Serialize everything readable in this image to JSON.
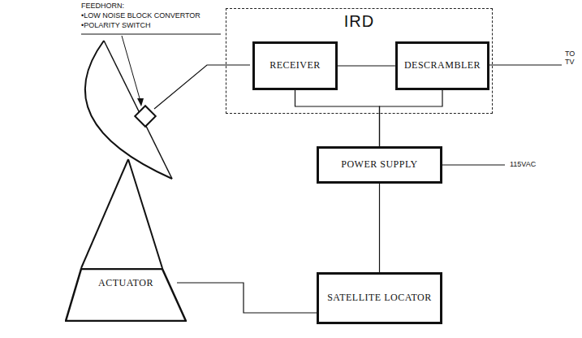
{
  "diagram": {
    "nodes": [
      {
        "text": [
          "IRD"
        ]
      },
      {
        "text": [
          "RECEIVER"
        ],
        "in": 0
      },
      {
        "text": [
          "DESCRAMBLER"
        ],
        "in": 0
      },
      {
        "text": [
          "POWER SUPPLY"
        ]
      },
      {
        "text": [
          "SATELLITE LOCATOR"
        ]
      },
      {
        "text": [
          "ACTUATOR"
        ]
      }
    ],
    "edges": [
      {
        "from": 1,
        "to": 2,
        "arrow": "none"
      },
      {
        "from": 1,
        "to": 3,
        "arrow": "none"
      },
      {
        "from": 2,
        "to": 3,
        "arrow": "none"
      },
      {
        "from": 3,
        "to": 4,
        "arrow": "none"
      },
      {
        "from": 4,
        "to": 5,
        "arrow": "none"
      }
    ],
    "labels": [
      "FEEDHORN:",
      "•LOW NOISE BLOCK CONVERTOR",
      "•POLARITY SWITCH",
      "115VAC",
      "TO TV"
    ]
  }
}
